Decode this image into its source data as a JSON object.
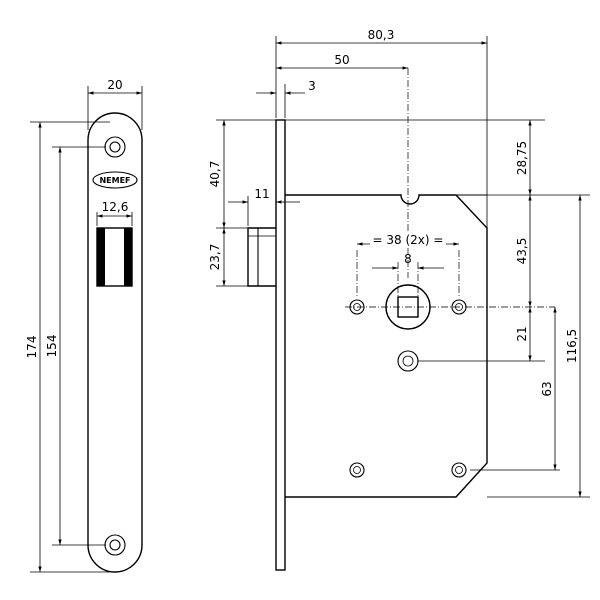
{
  "brand": "NEMEF",
  "dimensions": {
    "faceplate_width": "20",
    "faceplate_length": "174",
    "screw_spacing": "154",
    "latch_width": "12,6",
    "backset_total": "80,3",
    "backset": "50",
    "faceplate_thickness": "3",
    "latch_projection": "11",
    "top_to_body": "40,7",
    "latch_height": "23,7",
    "top_offset": "28,75",
    "top_to_spindle": "43,5",
    "spindle_to_hole": "21",
    "spindle_to_bottom_hole": "63",
    "body_height": "116,5",
    "hole_spacing": "= 38 (2x) =",
    "spindle_square": "8"
  }
}
